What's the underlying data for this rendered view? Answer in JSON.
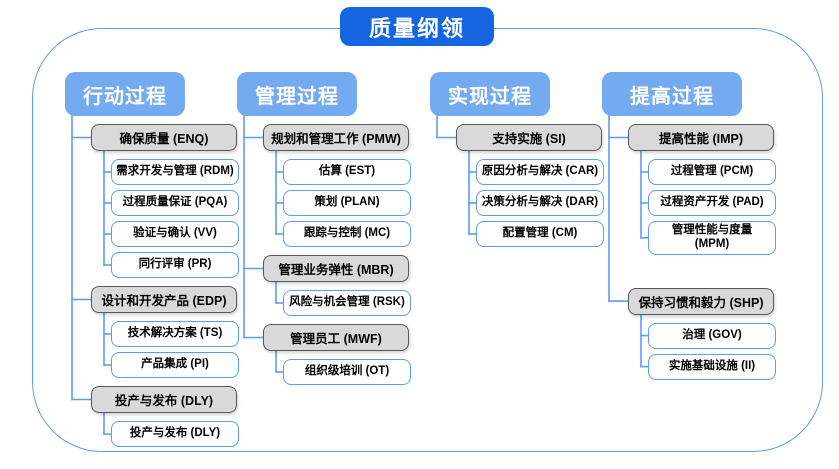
{
  "title": "质量纲领",
  "colors": {
    "title_bg": "#1565e0",
    "header_bg": "#74aaf0",
    "connector": "#5d9cf5",
    "l2_bg": "#d9d9d9",
    "l2_border": "#595959",
    "l3_border": "#5d9cf5"
  },
  "columns": [
    {
      "header": "行动过程",
      "groups": [
        {
          "label": "确保质量 (ENQ)",
          "children": [
            "需求开发与管理 (RDM)",
            "过程质量保证 (PQA)",
            "验证与确认 (VV)",
            "同行评审 (PR)"
          ]
        },
        {
          "label": "设计和开发产品 (EDP)",
          "children": [
            "技术解决方案 (TS)",
            "产品集成 (PI)"
          ]
        },
        {
          "label": "投产与发布 (DLY)",
          "children": [
            "投产与发布 (DLY)"
          ]
        }
      ]
    },
    {
      "header": "管理过程",
      "groups": [
        {
          "label": "规划和管理工作 (PMW)",
          "children": [
            "估算 (EST)",
            "策划 (PLAN)",
            "跟踪与控制 (MC)"
          ]
        },
        {
          "label": "管理业务弹性 (MBR)",
          "children": [
            "风险与机会管理 (RSK)"
          ]
        },
        {
          "label": "管理员工 (MWF)",
          "children": [
            "组织级培训 (OT)"
          ]
        }
      ]
    },
    {
      "header": "实现过程",
      "groups": [
        {
          "label": "支持实施 (SI)",
          "children": [
            "原因分析与解决 (CAR)",
            "决策分析与解决 (DAR)",
            "配置管理 (CM)"
          ]
        }
      ]
    },
    {
      "header": "提高过程",
      "groups": [
        {
          "label": "提高性能 (IMP)",
          "children": [
            "过程管理 (PCM)",
            "过程资产开发 (PAD)",
            "管理性能与度量\n(MPM)"
          ]
        },
        {
          "label": "保持习惯和毅力 (SHP)",
          "children": [
            "治理 (GOV)",
            "实施基础设施 (II)"
          ]
        }
      ]
    }
  ]
}
